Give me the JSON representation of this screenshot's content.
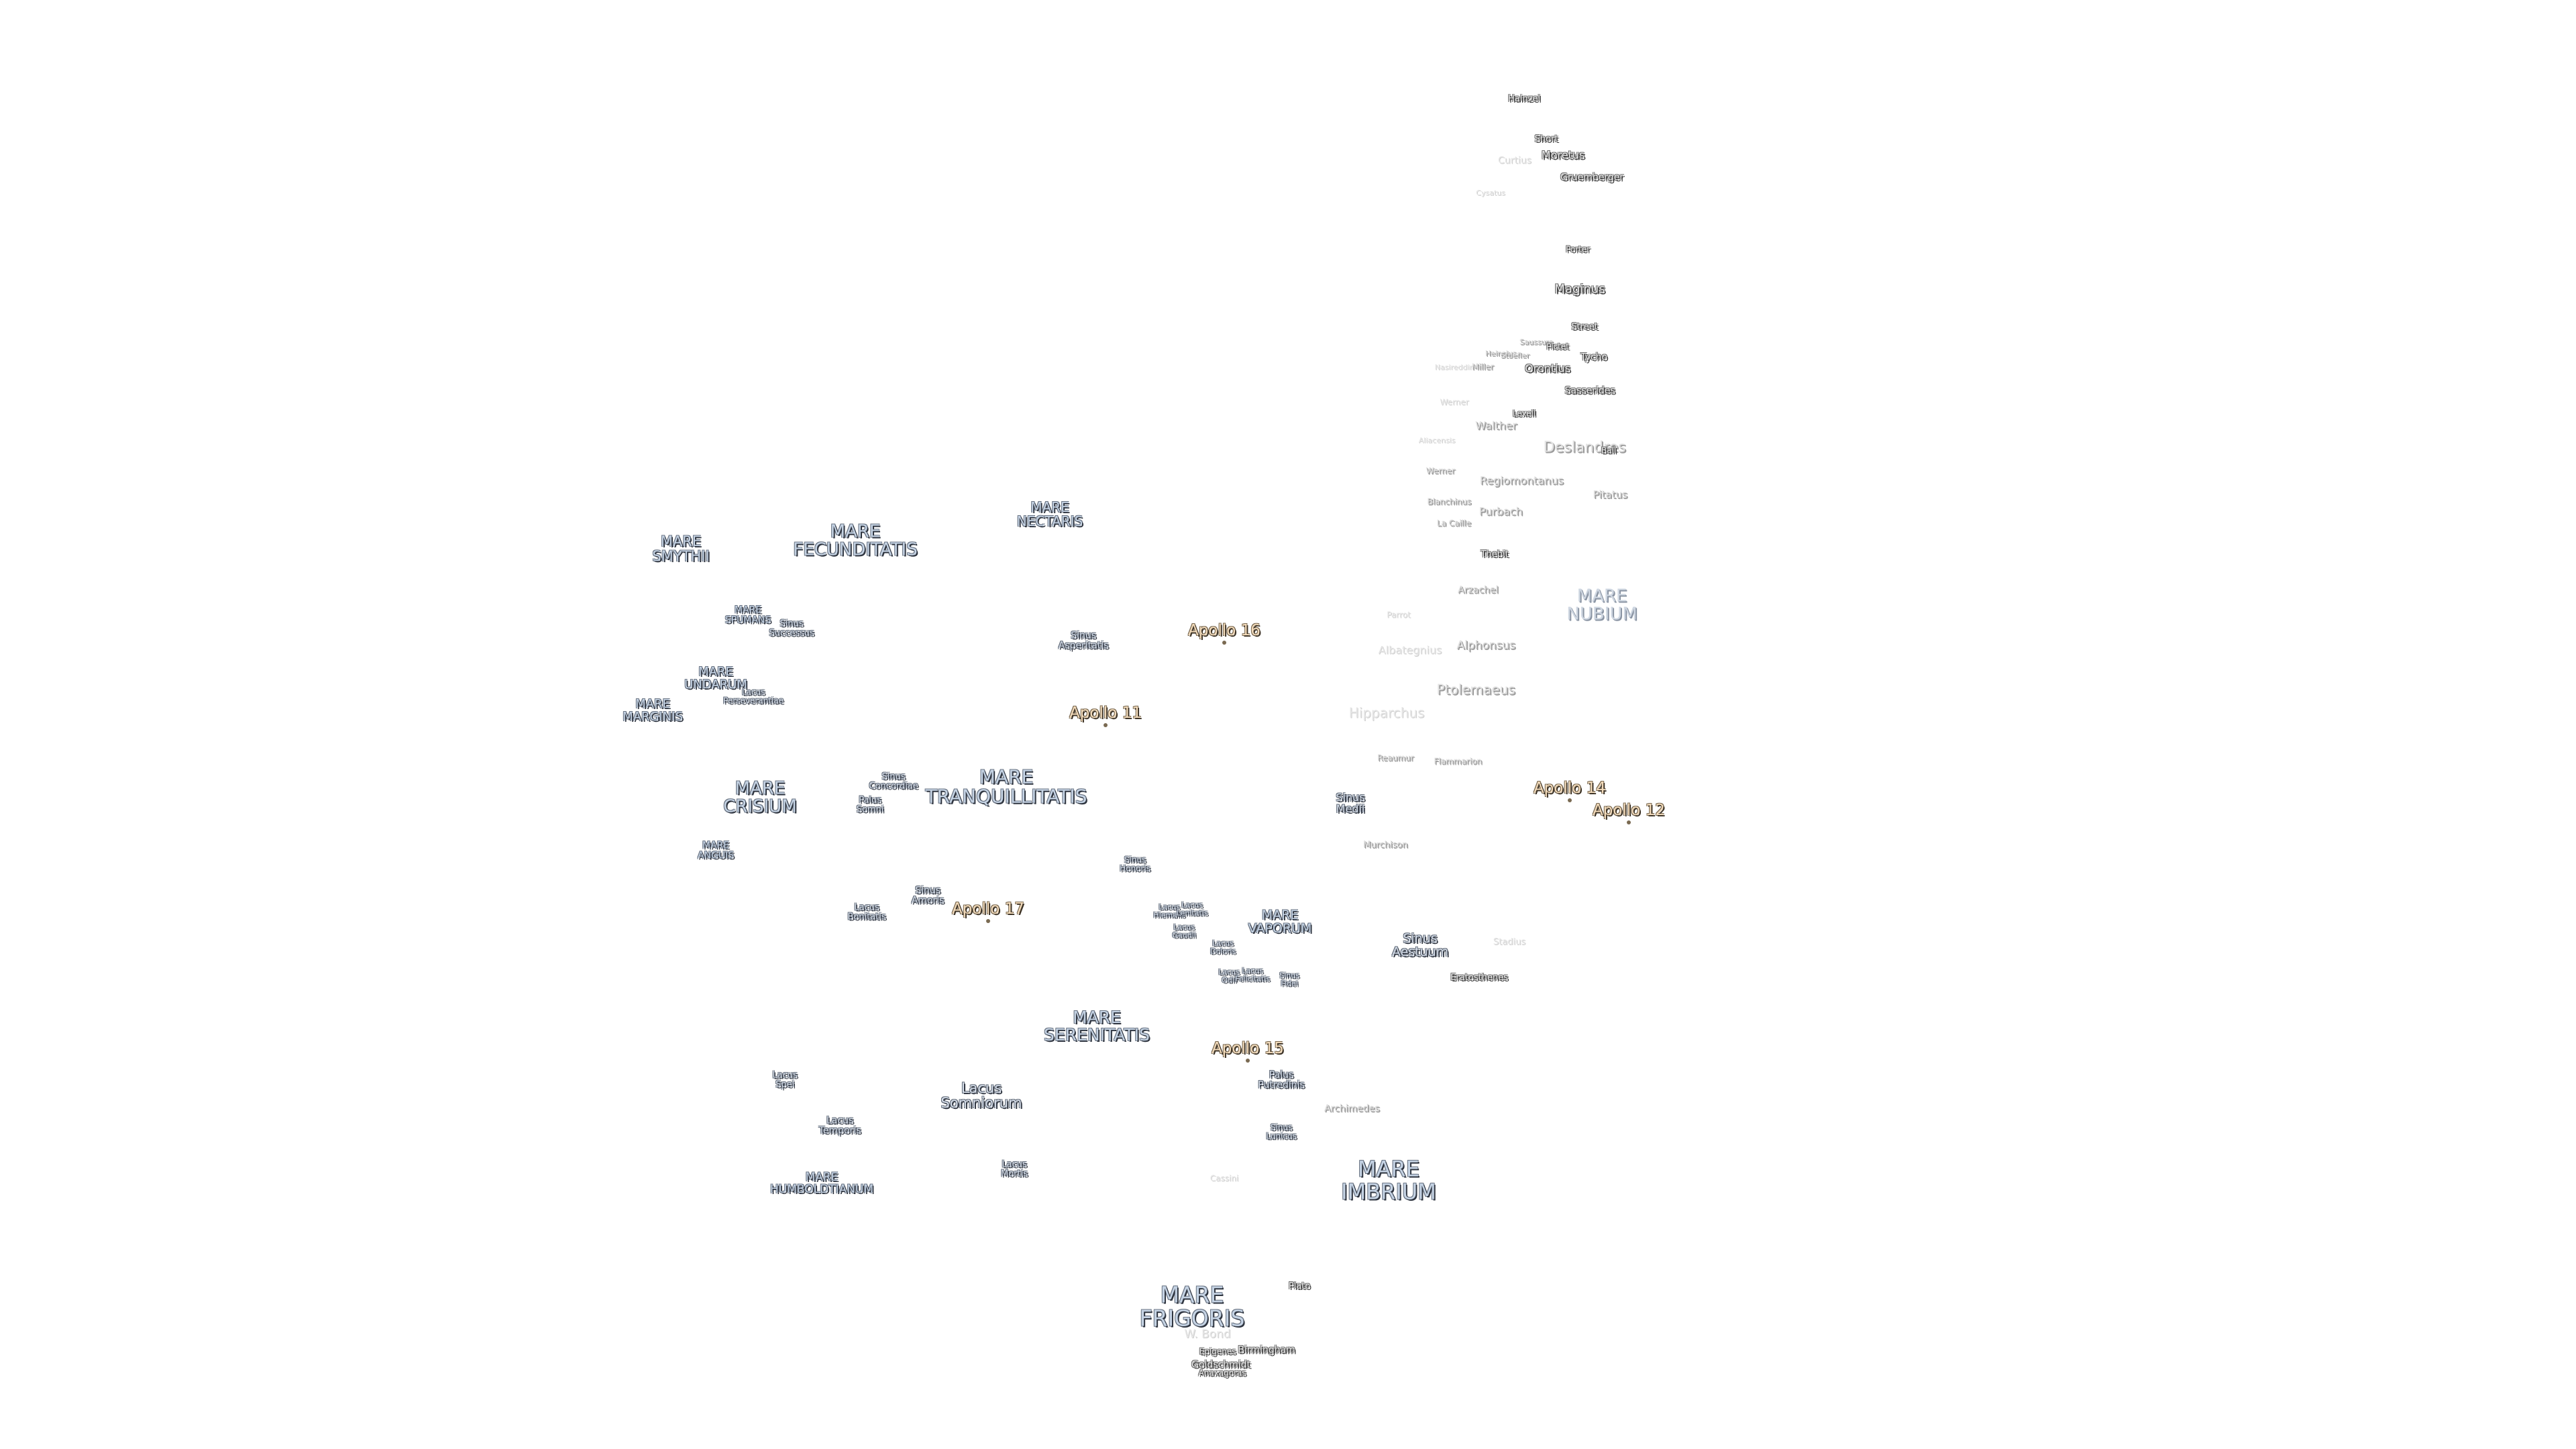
{
  "map": {
    "maria": {
      "smythii": "MARE\nSMYTHII",
      "fecunditatis": "MARE\nFECUNDITATIS",
      "nectaris": "MARE\nNECTARIS",
      "spumans": "MARE\nSPUMANS",
      "undarum": "MARE\nUNDARUM",
      "marginis": "MARE\nMARGINIS",
      "crisium": "MARE\nCRISIUM",
      "tranquillitatis": "MARE\nTRANQUILLITATIS",
      "anguis": "MARE\nANGUIS",
      "vaporum": "MARE\nVAPORUM",
      "serenitatis": "MARE\nSERENITATIS",
      "humboldtianum": "MARE\nHUMBOLDTIANUM",
      "imbrium": "MARE\nIMBRIUM",
      "frigoris": "MARE\nFRIGORIS",
      "nubium": "MARE\nNUBIUM"
    },
    "features": {
      "sinus_successus": "Sinus\nSuccessus",
      "lacus_perseverantiae": "Lacus\nPerseverantiae",
      "sinus_asperitatis": "Sinus\nAsperitatis",
      "sinus_concordiae": "Sinus\nConcordiae",
      "palus_somni": "Palus\nSomni",
      "sinus_medii": "Sinus\nMedii",
      "sinus_honoris": "Sinus\nHonoris",
      "sinus_amoris": "Sinus\nAmoris",
      "lacus_bonitatis": "Lacus\nBonitatis",
      "lacus_hiemalis": "Lacus\nHiemalis",
      "lacus_lenitatis": "Lacus\nLenitatis",
      "lacus_gaudii": "Lacus\nGaudii",
      "lacus_doloris": "Lacus\nDoloris",
      "lacus_odii": "Lacus\nOdii",
      "lacus_felicitatis": "Lacus\nFelicitatis",
      "sinus_fidei": "Sinus\nFidei",
      "sinus_aestuum": "Sinus\nAestuum",
      "lacus_spei": "Lacus\nSpei",
      "lacus_somniorum": "Lacus\nSomniorum",
      "palus_putredinis": "Palus\nPutredinis",
      "lacus_temporis": "Lacus\nTemporis",
      "sinus_lunicus": "Sinus\nLunicus",
      "lacus_mortis": "Lacus\nMortis"
    },
    "apollo": {
      "a16": "Apollo 16",
      "a11": "Apollo 11",
      "a14": "Apollo 14",
      "a12": "Apollo 12",
      "a17": "Apollo 17",
      "a15": "Apollo 15"
    },
    "craters": {
      "hainzel": "Hainzel",
      "short": "Short",
      "curtius": "Curtius",
      "moretus": "Moretus",
      "gruemberger": "Gruemberger",
      "cysatus": "Cysatus",
      "porter": "Porter",
      "maginus": "Maginus",
      "street": "Street",
      "saussure": "Saussure",
      "pictet": "Pictet",
      "heinsius": "Heinsius",
      "stoefler": "Stoefler",
      "tycho": "Tycho",
      "nasireddin": "Nasireddin",
      "miller": "Miller",
      "orontius": "Orontius",
      "sasserides": "Sasserides",
      "werner_faint": "Werner",
      "lexell": "Lexell",
      "walther": "Walther",
      "deslandres": "Deslandres",
      "ball": "Ball",
      "aliacensis": "Aliacensis",
      "regiomontanus": "Regiomontanus",
      "pitatus": "Pitatus",
      "werner": "Werner",
      "blanchinus": "Blanchinus",
      "purbach": "Purbach",
      "la_caille": "La Caille",
      "thebit": "Thebit",
      "arzachel": "Arzachel",
      "parrot": "Parrot",
      "albategnius": "Albategnius",
      "alphonsus": "Alphonsus",
      "ptolemaeus": "Ptolemaeus",
      "hipparchus": "Hipparchus",
      "reaumur": "Reaumur",
      "flammarion": "Flammarion",
      "murchison": "Murchison",
      "stadius": "Stadius",
      "eratosthenes": "Eratosthenes",
      "archimedes": "Archimedes",
      "cassini": "Cassini",
      "plato": "Plato",
      "w_bond": "W. Bond",
      "birmingham": "Birmingham",
      "epigenes": "Epigenes",
      "goldschmidt": "Goldschmidt",
      "anaxagoras": "Anaxagoras"
    }
  }
}
